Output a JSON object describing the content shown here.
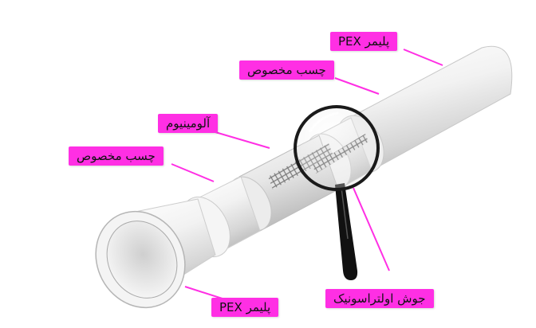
{
  "layers": {
    "pex_outer": "پلیمر PEX",
    "adhesive_outer": "چسب مخصوص",
    "aluminium": "آلومینیوم",
    "adhesive_inner": "چسب مخصوص",
    "ultrasonic_weld": "جوش اولتراسونیک",
    "pex_inner": "پلیمر PEX"
  },
  "colors": {
    "label_bg": "#ff2fe4",
    "leader_line": "#ff2fe4"
  },
  "icons": [
    "magnifying-glass-icon"
  ]
}
